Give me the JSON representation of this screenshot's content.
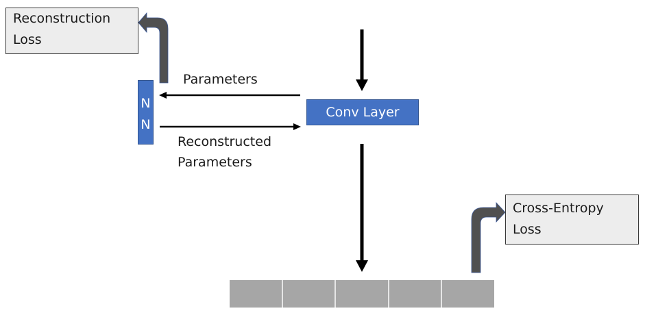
{
  "diagram": {
    "reconstruction_loss": {
      "line1": "Reconstruction",
      "line2": "Loss"
    },
    "cross_entropy_loss": {
      "line1": "Cross-Entropy",
      "line2": "Loss"
    },
    "nn_block": {
      "line1": "N",
      "line2": "N"
    },
    "conv_layer": {
      "label": "Conv Layer"
    },
    "parameters_label": "Parameters",
    "reconstructed_parameters_label": {
      "line1": "Reconstructed",
      "line2": "Parameters"
    },
    "output_cells_count": 5,
    "colors": {
      "block_blue": "#4472c4",
      "loss_box_fill": "#ededed",
      "cell_gray": "#a6a6a6",
      "bent_arrow": "#505050",
      "arrow_black": "#000000"
    }
  }
}
